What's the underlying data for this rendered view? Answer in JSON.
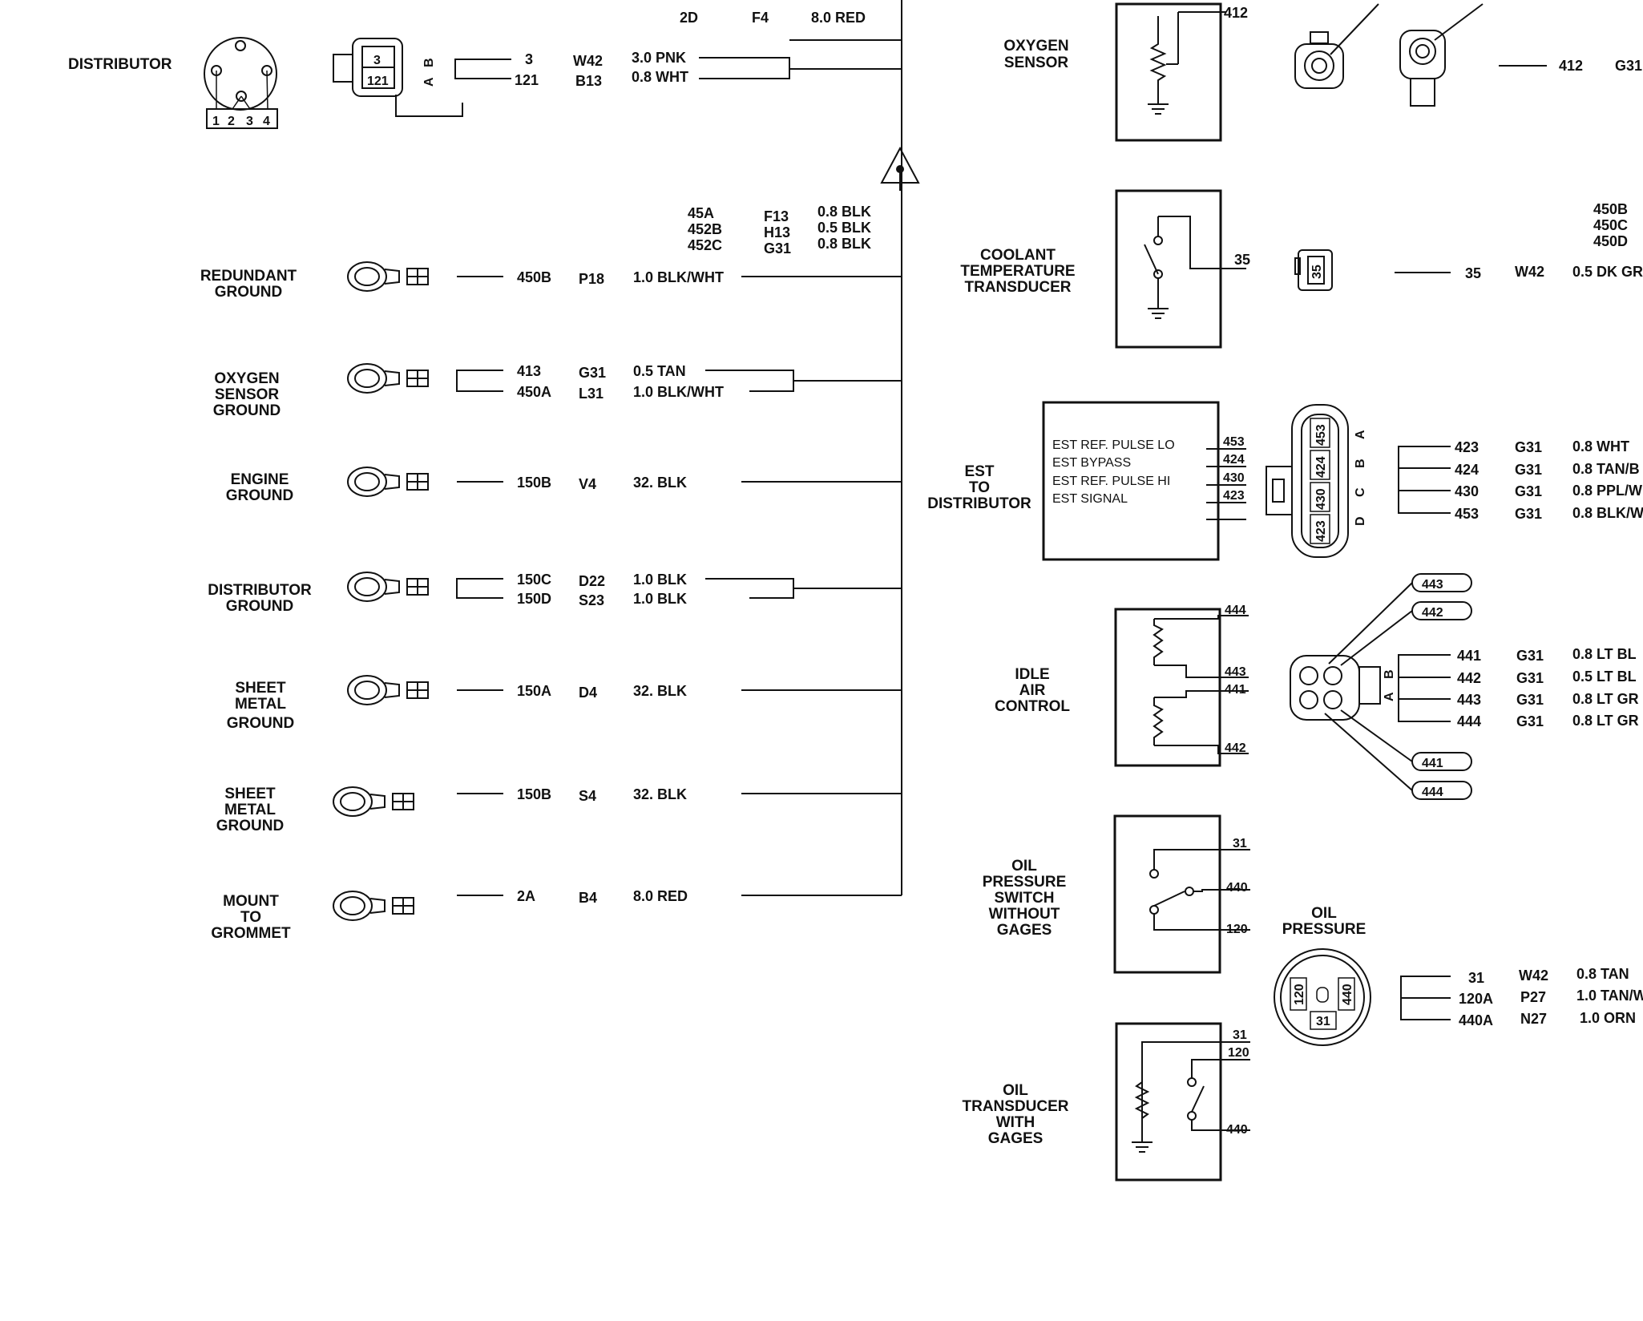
{
  "colors": {
    "ink": "#111111",
    "paper": "#ffffff"
  },
  "top_clipped": {
    "circuit": "2D",
    "location": "F4",
    "wire": "8.0 RED"
  },
  "splice_labels": [
    {
      "circuit": "45A",
      "location": "F13",
      "wire": "0.8 BLK"
    },
    {
      "circuit": "452B",
      "location": "H13",
      "wire": "0.5 BLK"
    },
    {
      "circuit": "452C",
      "location": "G31",
      "wire": "0.8 BLK"
    }
  ],
  "distributor": {
    "name": "DISTRIBUTOR",
    "pins": [
      "1",
      "2",
      "3",
      "4"
    ],
    "connector_cavities": [
      "3",
      "121"
    ],
    "connector_letters": [
      "A",
      "B"
    ],
    "wires": [
      {
        "circuit": "3",
        "location": "W42",
        "wire": "3.0 PNK"
      },
      {
        "circuit": "121",
        "location": "B13",
        "wire": "0.8 WHT"
      }
    ]
  },
  "grounds": [
    {
      "name_lines": [
        "REDUNDANT",
        "GROUND"
      ],
      "wires": [
        {
          "circuit": "450B",
          "location": "P18",
          "wire": "1.0 BLK/WHT"
        }
      ]
    },
    {
      "name_lines": [
        "OXYGEN",
        "SENSOR",
        "GROUND"
      ],
      "wires": [
        {
          "circuit": "413",
          "location": "G31",
          "wire": "0.5 TAN"
        },
        {
          "circuit": "450A",
          "location": "L31",
          "wire": "1.0 BLK/WHT"
        }
      ]
    },
    {
      "name_lines": [
        "ENGINE",
        "GROUND"
      ],
      "wires": [
        {
          "circuit": "150B",
          "location": "V4",
          "wire": "32. BLK"
        }
      ]
    },
    {
      "name_lines": [
        "DISTRIBUTOR",
        "GROUND"
      ],
      "wires": [
        {
          "circuit": "150C",
          "location": "D22",
          "wire": "1.0 BLK"
        },
        {
          "circuit": "150D",
          "location": "S23",
          "wire": "1.0 BLK"
        }
      ]
    },
    {
      "name_lines": [
        "SHEET",
        "METAL",
        "GROUND"
      ],
      "wires": [
        {
          "circuit": "150A",
          "location": "D4",
          "wire": "32. BLK"
        }
      ]
    },
    {
      "name_lines": [
        "SHEET",
        "METAL",
        "GROUND"
      ],
      "wires": [
        {
          "circuit": "150B",
          "location": "S4",
          "wire": "32. BLK"
        }
      ]
    },
    {
      "name_lines": [
        "MOUNT",
        "TO",
        "GROMMET"
      ],
      "wires": [
        {
          "circuit": "2A",
          "location": "B4",
          "wire": "8.0 RED"
        }
      ]
    }
  ],
  "oxygen_sensor": {
    "name_lines": [
      "OXYGEN",
      "SENSOR"
    ],
    "terminal": "412",
    "wire": {
      "circuit": "412",
      "location": "G31"
    }
  },
  "coolant": {
    "name_lines": [
      "COOLANT",
      "TEMPERATURE",
      "TRANSDUCER"
    ],
    "terminal": "35",
    "connector": "35",
    "wire": {
      "circuit": "35",
      "location": "W42",
      "wire": "0.5 DK GR"
    },
    "side_labels": [
      "450B",
      "450C",
      "450D"
    ]
  },
  "est": {
    "name_lines": [
      "EST",
      "TO",
      "DISTRIBUTOR"
    ],
    "signals": [
      "EST REF. PULSE LO",
      "EST BYPASS",
      "EST REF. PULSE HI",
      "EST SIGNAL"
    ],
    "terminals": [
      "453",
      "424",
      "430",
      "423"
    ],
    "connector_cavities": [
      "453",
      "424",
      "430",
      "423"
    ],
    "connector_letters": [
      "A",
      "B",
      "C",
      "D"
    ],
    "wires": [
      {
        "circuit": "423",
        "location": "G31",
        "wire": "0.8 WHT"
      },
      {
        "circuit": "424",
        "location": "G31",
        "wire": "0.8 TAN/B"
      },
      {
        "circuit": "430",
        "location": "G31",
        "wire": "0.8 PPL/W"
      },
      {
        "circuit": "453",
        "location": "G31",
        "wire": "0.8 BLK/W"
      }
    ]
  },
  "iac": {
    "name_lines": [
      "IDLE",
      "AIR",
      "CONTROL"
    ],
    "terminals": [
      "444",
      "443",
      "441",
      "442"
    ],
    "tags": [
      "443",
      "442",
      "441",
      "444"
    ],
    "connector_letters": [
      "B",
      "A"
    ],
    "wires": [
      {
        "circuit": "441",
        "location": "G31",
        "wire": "0.8 LT BL"
      },
      {
        "circuit": "442",
        "location": "G31",
        "wire": "0.5 LT BL"
      },
      {
        "circuit": "443",
        "location": "G31",
        "wire": "0.8 LT GR"
      },
      {
        "circuit": "444",
        "location": "G31",
        "wire": "0.8 LT GR"
      }
    ]
  },
  "oil_switch": {
    "name_lines": [
      "OIL",
      "PRESSURE",
      "SWITCH",
      "WITHOUT",
      "GAGES"
    ],
    "terminals": [
      "31",
      "440",
      "120"
    ]
  },
  "oil_pressure": {
    "name_lines": [
      "OIL",
      "PRESSURE"
    ],
    "cavities": [
      "120",
      "440",
      "31"
    ],
    "wires": [
      {
        "circuit": "31",
        "location": "W42",
        "wire": "0.8 TAN"
      },
      {
        "circuit": "120A",
        "location": "P27",
        "wire": "1.0 TAN/W"
      },
      {
        "circuit": "440A",
        "location": "N27",
        "wire": "1.0 ORN"
      }
    ]
  },
  "oil_transducer": {
    "name_lines": [
      "OIL",
      "TRANSDUCER",
      "WITH",
      "GAGES"
    ],
    "terminals": [
      "31",
      "120",
      "440"
    ]
  }
}
